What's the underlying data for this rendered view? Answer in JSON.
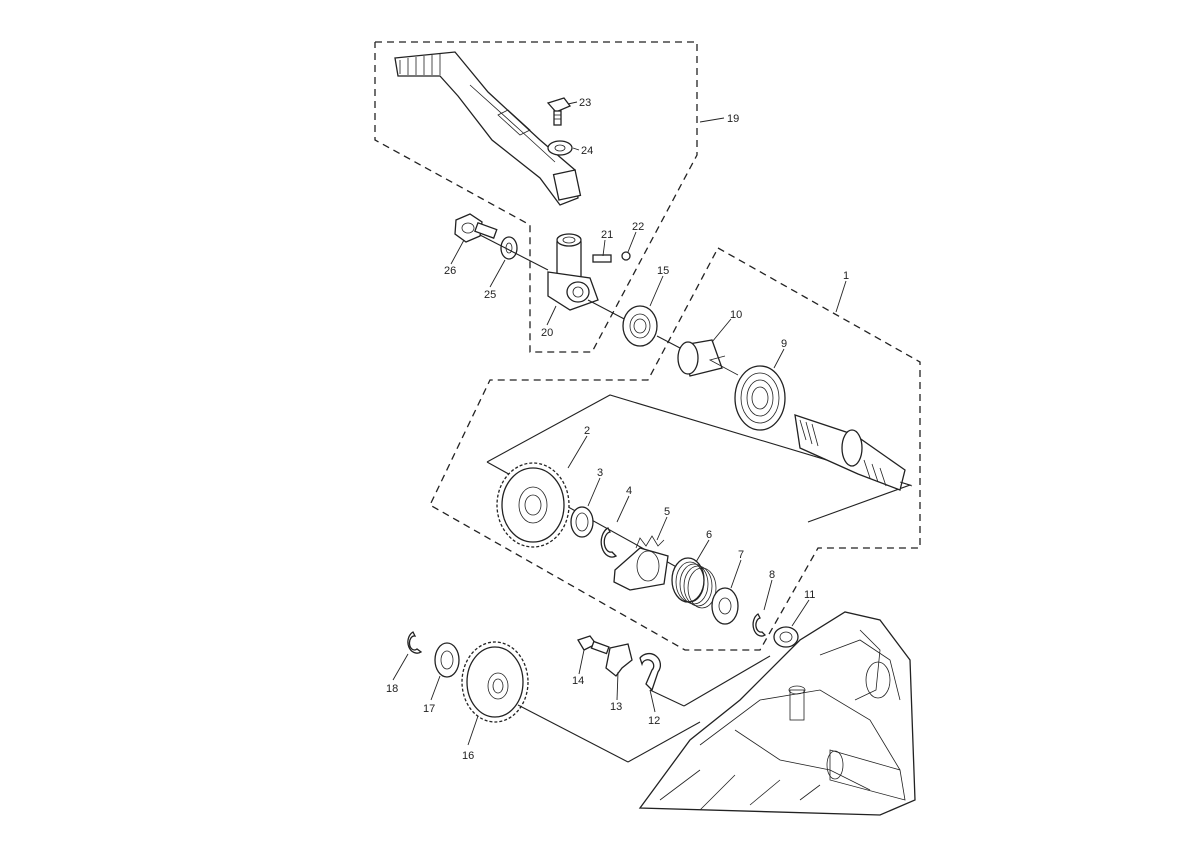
{
  "diagram": {
    "labels": {
      "p1": "1",
      "p2": "2",
      "p3": "3",
      "p4": "4",
      "p5": "5",
      "p6": "6",
      "p7": "7",
      "p8": "8",
      "p9": "9",
      "p10": "10",
      "p11": "11",
      "p12": "12",
      "p13": "13",
      "p14": "14",
      "p15": "15",
      "p16": "16",
      "p17": "17",
      "p18": "18",
      "p19": "19",
      "p20": "20",
      "p21": "21",
      "p22": "22",
      "p23": "23",
      "p24": "24",
      "p25": "25",
      "p26": "26"
    },
    "colors": {
      "line": "#222222",
      "background": "#ffffff"
    }
  }
}
